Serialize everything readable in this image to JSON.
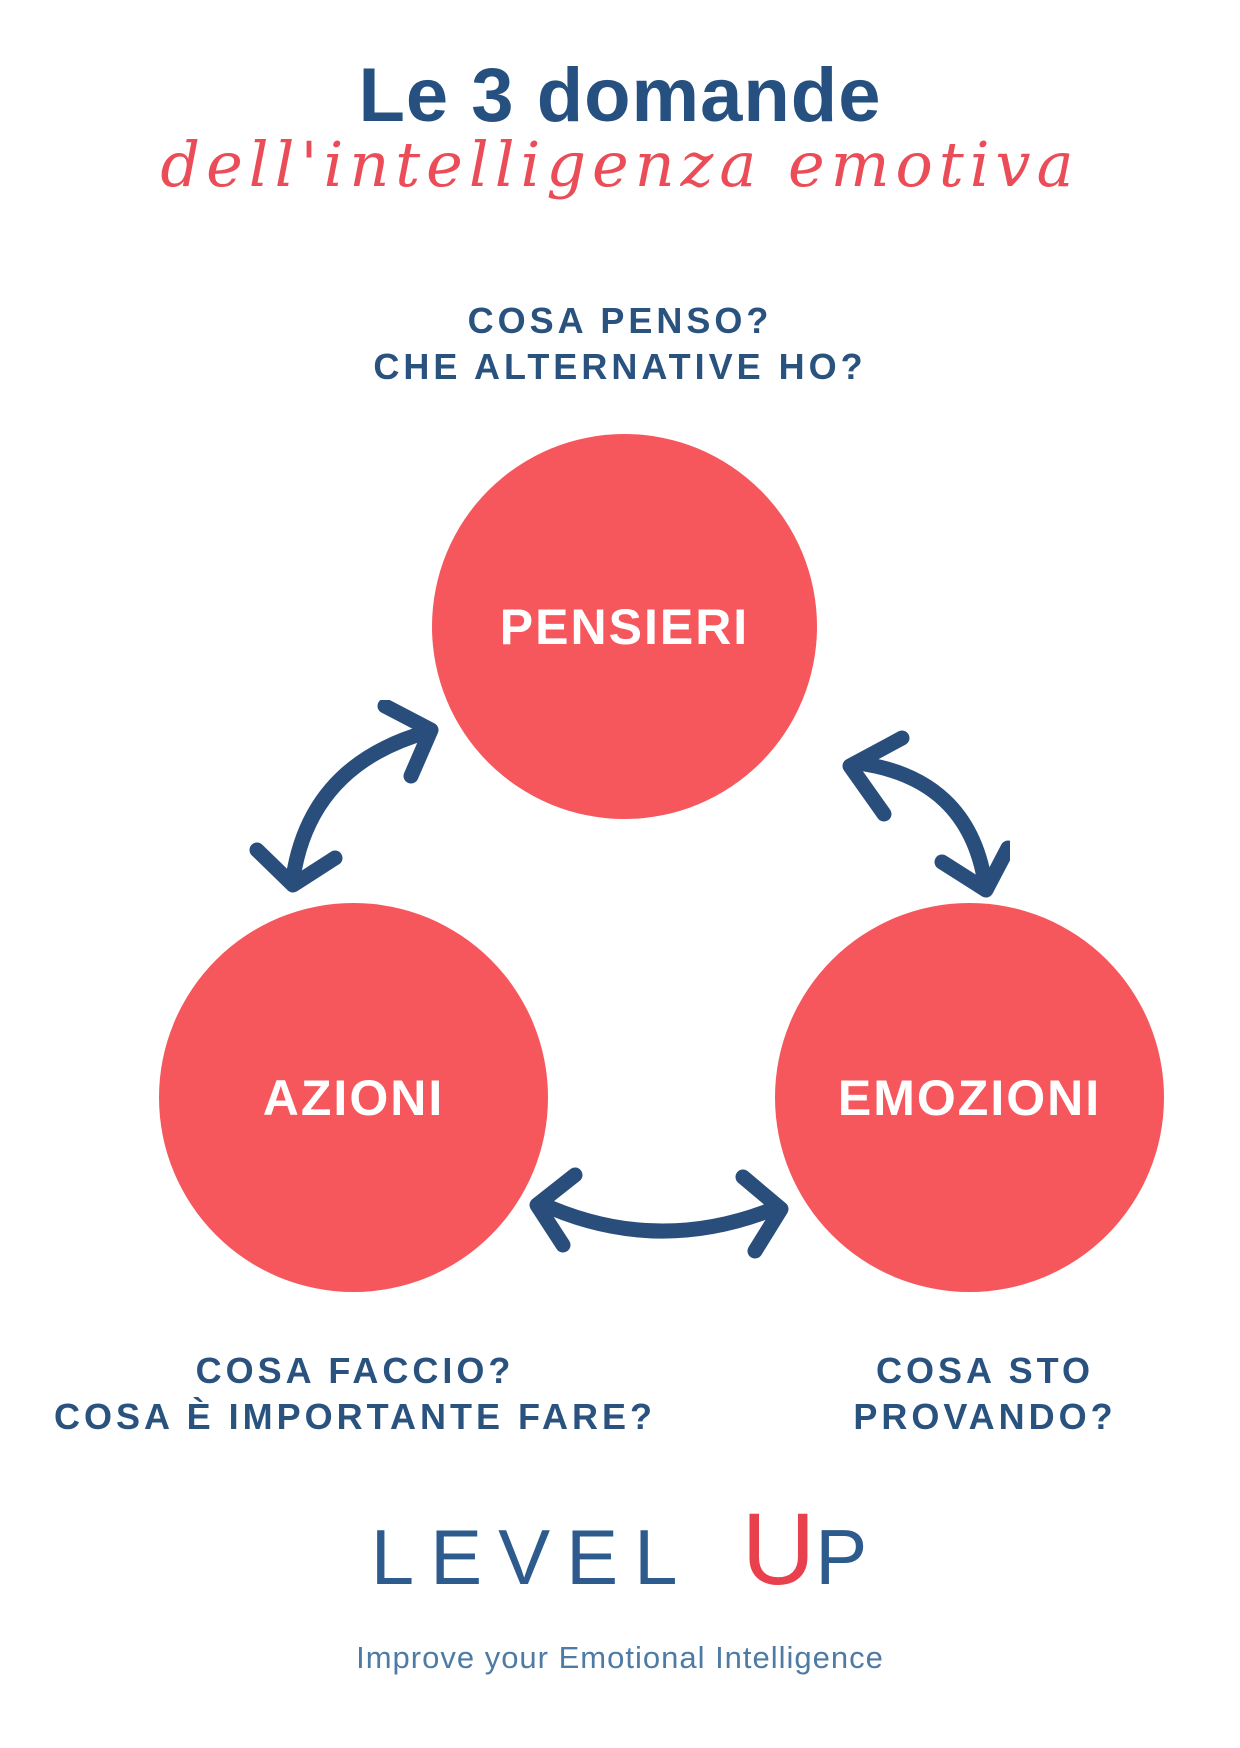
{
  "poster": {
    "title": "Le 3 domande",
    "subtitle": "dell'intelligenza emotiva",
    "top_question": {
      "line1": "COSA PENSO?",
      "line2": "CHE ALTERNATIVE HO?"
    },
    "circles": {
      "pensieri": {
        "label": "PENSIERI"
      },
      "azioni": {
        "label": "AZIONI"
      },
      "emozioni": {
        "label": "EMOZIONI"
      }
    },
    "bottom_left_question": {
      "line1": "COSA FACCIO?",
      "line2": "COSA È IMPORTANTE FARE?"
    },
    "bottom_right_question": {
      "line1": "COSA STO",
      "line2": "PROVANDO?"
    },
    "logo": {
      "level": "LEVEL",
      "u": "U",
      "p": "P",
      "tagline": "Improve your Emotional Intelligence"
    },
    "colors": {
      "background": "#FFFFFF",
      "brand_red": "#F6575C",
      "title_blue": "#25507F",
      "question_blue": "#2A527F",
      "arrow_blue": "#2A4E7C",
      "logo_blue": "#2E5B8D",
      "logo_red": "#E9404D",
      "tagline_blue": "#4E7BA6",
      "circle_text": "#FFFFFF"
    }
  }
}
